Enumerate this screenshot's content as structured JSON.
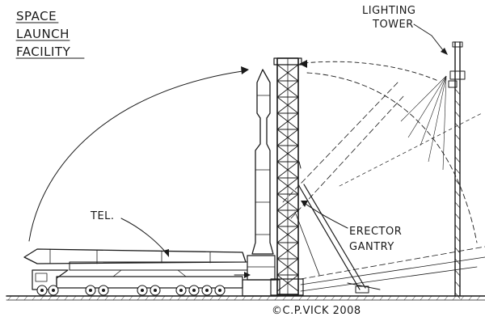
{
  "labels": {
    "title_line1": "SPACE",
    "title_line2": "LAUNCH",
    "title_line3": "FACILITY",
    "lighting_line1": "LIGHTING",
    "lighting_line2": "TOWER",
    "tel": "TEL.",
    "erector_line1": "ERECTOR",
    "erector_line2": "GANTRY",
    "copyright": "©C.P.VICK 2008"
  },
  "icons": {
    "arrowheads": "arrow-icon"
  },
  "colors": {
    "ink": "#1a1a1a",
    "background": "#ffffff"
  }
}
